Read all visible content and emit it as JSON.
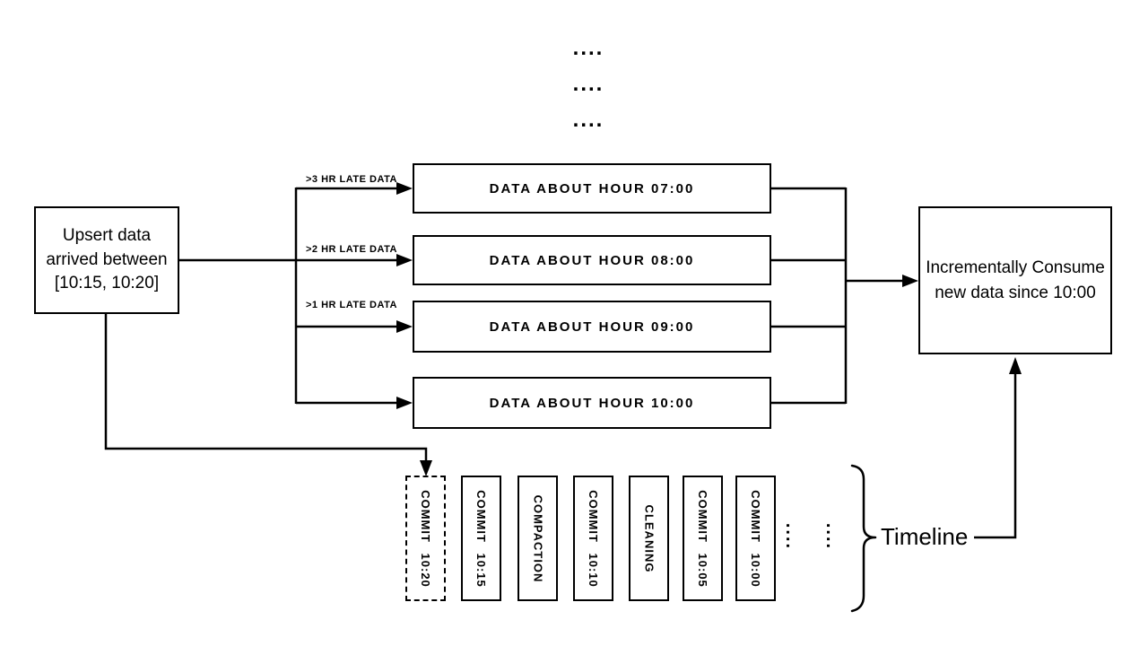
{
  "colors": {
    "ink": "#000000",
    "background": "#ffffff"
  },
  "continuation_dots": {
    "rows": [
      "....",
      "....",
      "...."
    ]
  },
  "upsert_box": {
    "line1": "Upsert data",
    "line2": "arrived between",
    "line3": "[10:15, 10:20]"
  },
  "late_data_labels": [
    ">3 HR LATE DATA",
    ">2 HR LATE DATA",
    ">1 HR LATE DATA"
  ],
  "hour_boxes": [
    "DATA ABOUT HOUR 07:00",
    "DATA ABOUT HOUR 08:00",
    "DATA ABOUT HOUR 09:00",
    "DATA ABOUT HOUR 10:00"
  ],
  "consume_box": {
    "line1": "Incrementally Consume",
    "line2": "new data since 10:00"
  },
  "timeline": {
    "items": [
      {
        "label": "COMMIT 10:20",
        "style": "dashed"
      },
      {
        "label": "COMMIT 10:15",
        "style": "solid"
      },
      {
        "label": "COMPACTION",
        "style": "solid"
      },
      {
        "label": "COMMIT 10:10",
        "style": "solid"
      },
      {
        "label": "CLEANING",
        "style": "solid"
      },
      {
        "label": "COMMIT 10:05",
        "style": "solid"
      },
      {
        "label": "COMMIT 10:00",
        "style": "solid"
      }
    ],
    "ellipses": [
      "....",
      "...."
    ],
    "label": "Timeline"
  }
}
